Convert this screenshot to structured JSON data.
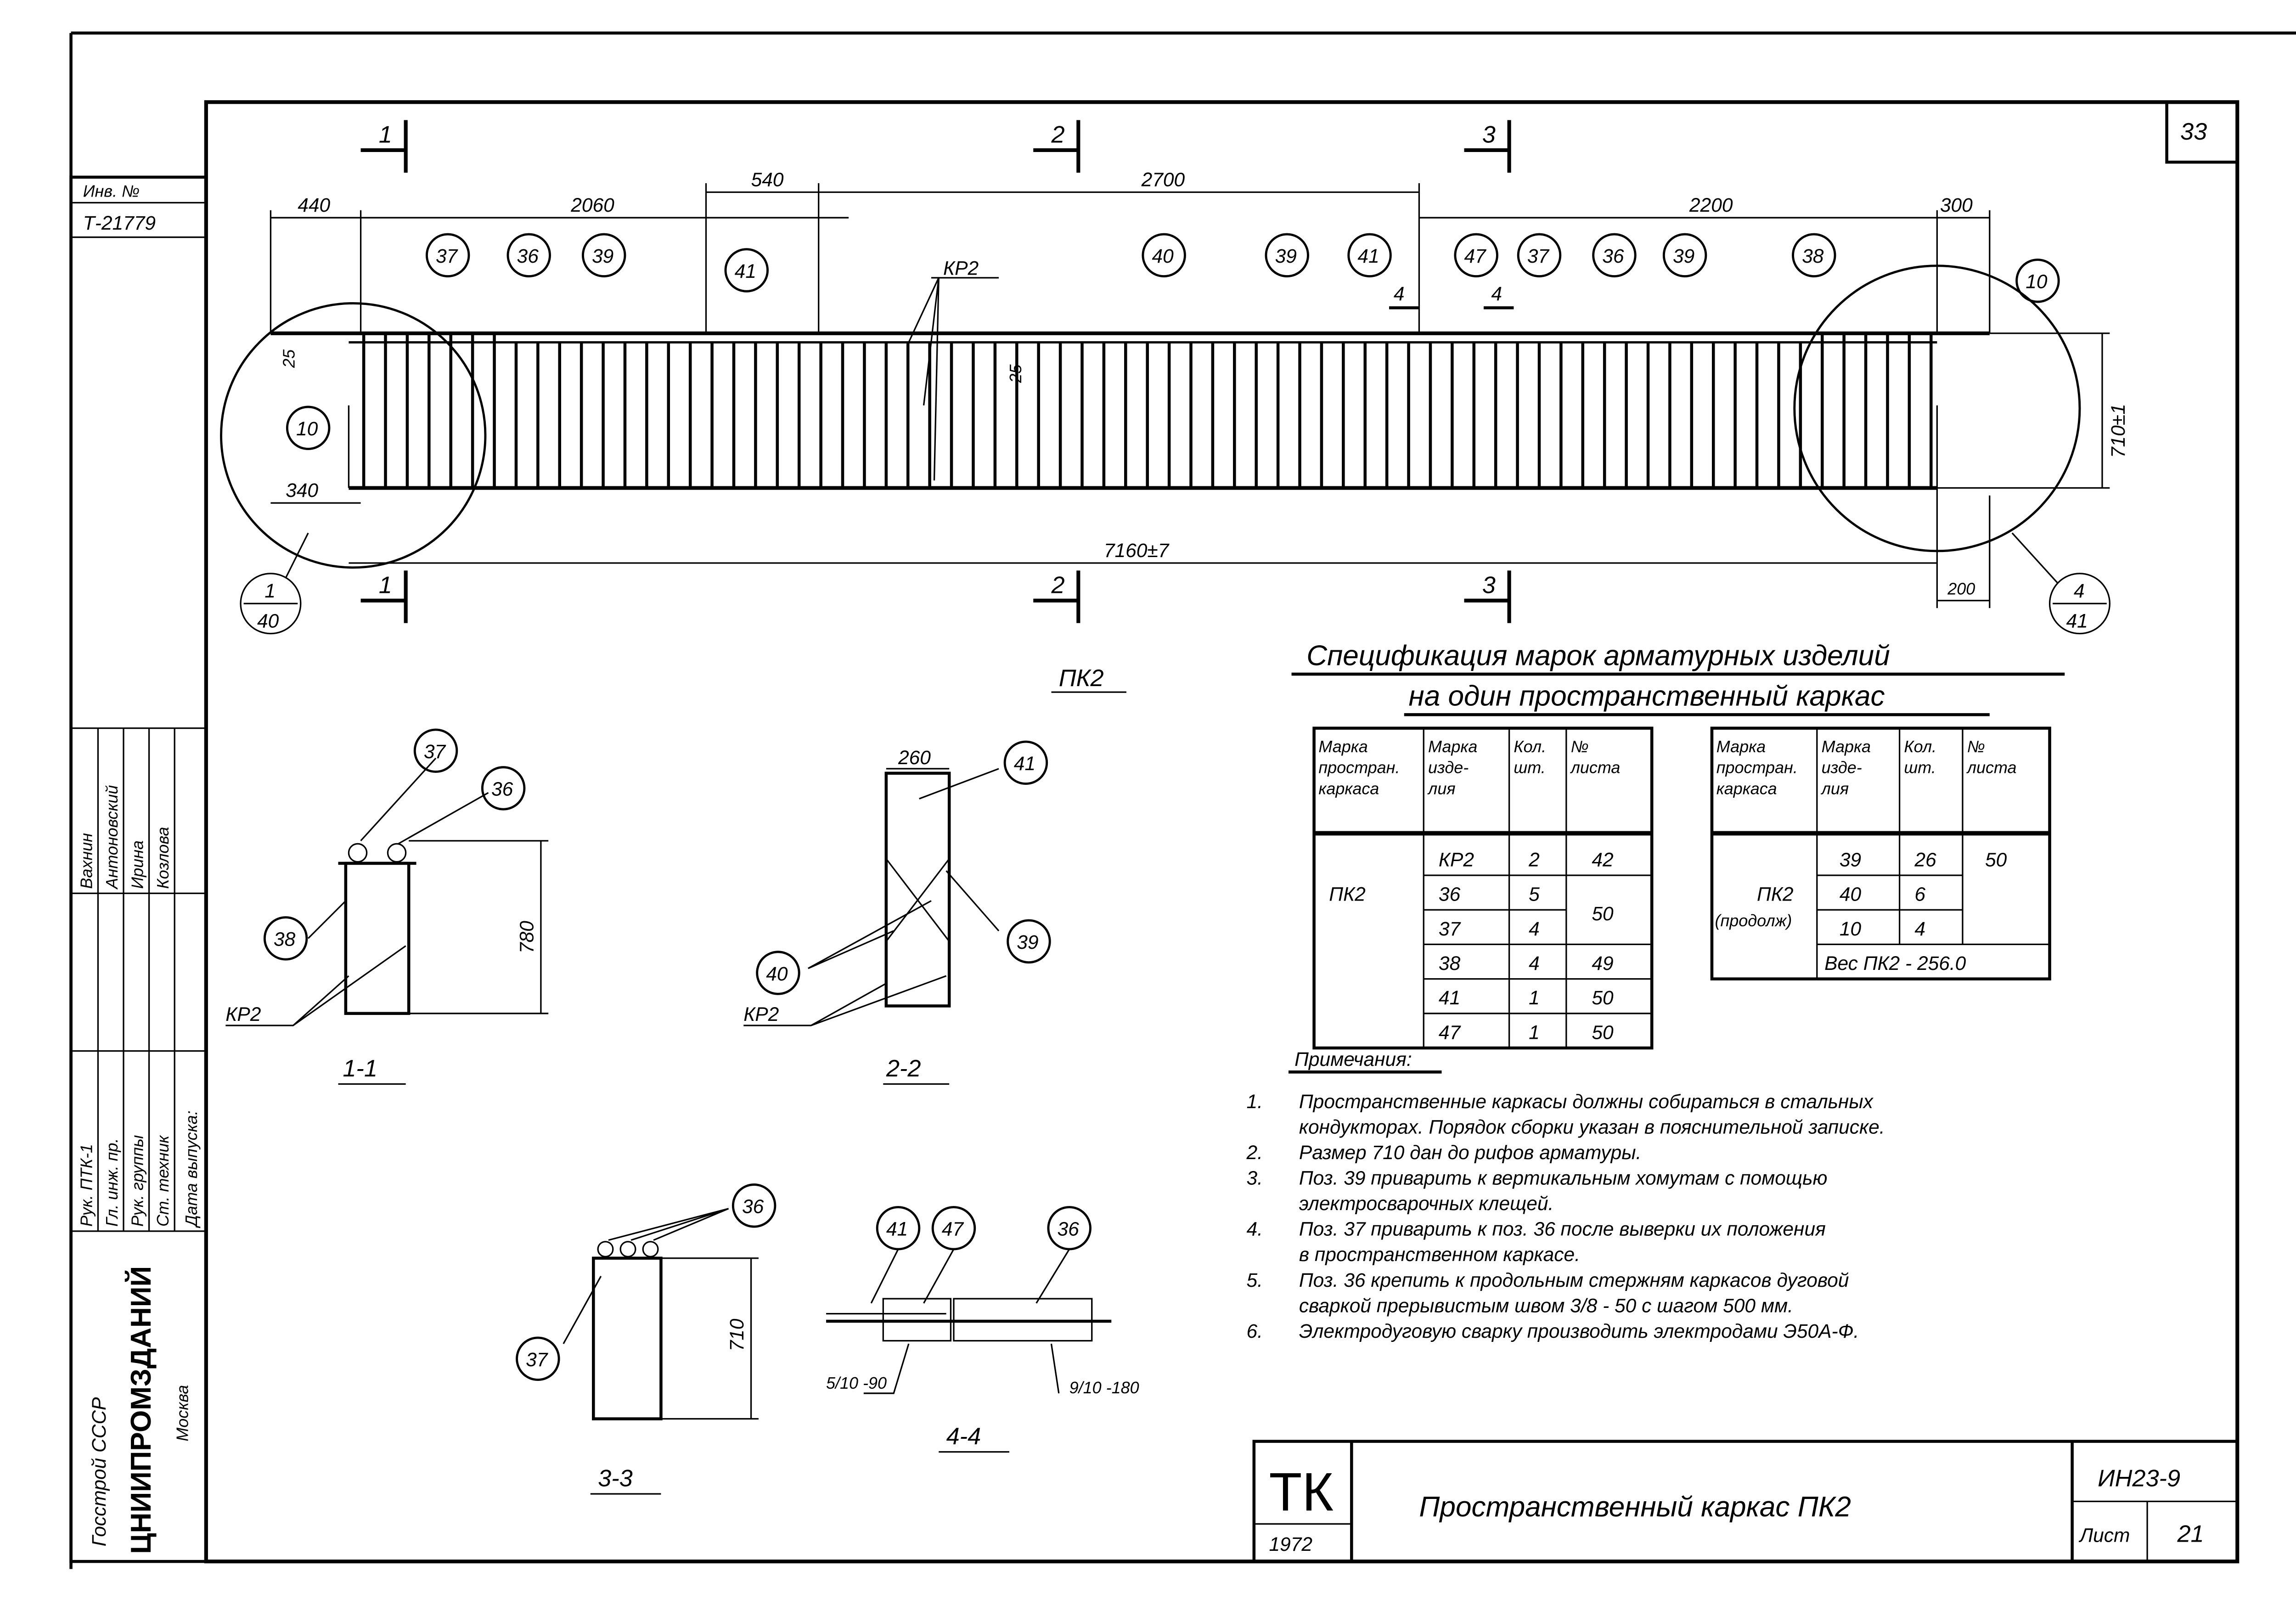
{
  "sheet_number": "33",
  "stamp": {
    "inv_label": "Инв. №",
    "inv_number": "Т-21779",
    "names": [
      "Вахнин",
      "Антоновский",
      "Ирина",
      "Козлова"
    ],
    "roles": [
      "Рук. ПТК-1",
      "Гл. инж. пр.",
      "Рук. группы",
      "Ст. техник",
      "Дата выпуска:"
    ],
    "org": [
      "Госстрой СССР",
      "ЦНИИПРОМЗДАНИЙ",
      "Москва"
    ]
  },
  "elevation": {
    "title": "ПК2",
    "section_marks": [
      "1",
      "2",
      "3"
    ],
    "dims": {
      "d440": "440",
      "d2060": "2060",
      "d540": "540",
      "d2700": "2700",
      "d2200": "2200",
      "d300": "300",
      "d25a": "25",
      "d25b": "25",
      "d340": "340",
      "d7160": "7160±7",
      "d710": "710±1",
      "d200": "200"
    },
    "kr_label": "КР2",
    "callouts": [
      "37",
      "36",
      "39",
      "41",
      "40",
      "39",
      "41",
      "47",
      "37",
      "36",
      "39",
      "38",
      "10",
      "10"
    ],
    "cut_label": "4",
    "detail_refs": [
      {
        "num": "1",
        "sheet": "40"
      },
      {
        "num": "4",
        "sheet": "41"
      }
    ]
  },
  "sections": {
    "s11": {
      "label": "1-1",
      "height": "780",
      "callouts": [
        "37",
        "36",
        "38"
      ],
      "kr": "КР2"
    },
    "s22": {
      "label": "2-2",
      "width": "260",
      "callouts": [
        "41",
        "39",
        "40"
      ],
      "kr": "КР2"
    },
    "s33": {
      "label": "3-3",
      "height": "710",
      "callouts": [
        "36",
        "37"
      ]
    },
    "s44": {
      "label": "4-4",
      "callouts": [
        "41",
        "47",
        "36"
      ],
      "weld_left": "5/10 -90",
      "weld_right": "9/10 -180"
    }
  },
  "spec": {
    "title_line1": "Спецификация марок арматурных изделий",
    "title_line2": "на один пространственный каркас",
    "headers": [
      "Марка простран. каркаса",
      "Марка изде- лия",
      "Кол. шт.",
      "№ листа"
    ],
    "left": {
      "frame": "ПК2",
      "rows": [
        {
          "item": "КР2",
          "qty": "2",
          "sheet": "42"
        },
        {
          "item": "36",
          "qty": "5",
          "sheet": "50"
        },
        {
          "item": "37",
          "qty": "4",
          "sheet": ""
        },
        {
          "item": "38",
          "qty": "4",
          "sheet": "49"
        },
        {
          "item": "41",
          "qty": "1",
          "sheet": "50"
        },
        {
          "item": "47",
          "qty": "1",
          "sheet": "50"
        }
      ]
    },
    "right": {
      "frame": "ПК2",
      "frame_note": "(продолж)",
      "rows": [
        {
          "item": "39",
          "qty": "26"
        },
        {
          "item": "40",
          "qty": "6"
        },
        {
          "item": "10",
          "qty": "4"
        }
      ],
      "sheet": "50",
      "weight": "Вес ПК2 - 256.0"
    }
  },
  "notes": {
    "title": "Примечания:",
    "items": [
      {
        "n": "1.",
        "lines": [
          "Пространственные каркасы должны собираться в стальных",
          "кондукторах. Порядок сборки указан в пояснительной записке."
        ]
      },
      {
        "n": "2.",
        "lines": [
          "Размер 710 дан до рифов арматуры."
        ]
      },
      {
        "n": "3.",
        "lines": [
          "Поз. 39 приварить к вертикальным хомутам с помощью",
          "электросварочных клещей."
        ]
      },
      {
        "n": "4.",
        "lines": [
          "Поз. 37 приварить к поз. 36 после выверки их положения",
          "в пространственном каркасе."
        ]
      },
      {
        "n": "5.",
        "lines": [
          "Поз. 36 крепить к продольным стержням каркасов дуговой",
          "сваркой прерывистым швом 3/8 - 50 с шагом 500 мм."
        ]
      },
      {
        "n": "6.",
        "lines": [
          "Электродуговую сварку производить электродами Э50А-Ф."
        ]
      }
    ]
  },
  "title_block": {
    "series": "ТК",
    "year": "1972",
    "title": "Пространственный каркас ПК2",
    "code": "ИН23-9",
    "sheet_label": "Лист",
    "sheet": "21"
  }
}
